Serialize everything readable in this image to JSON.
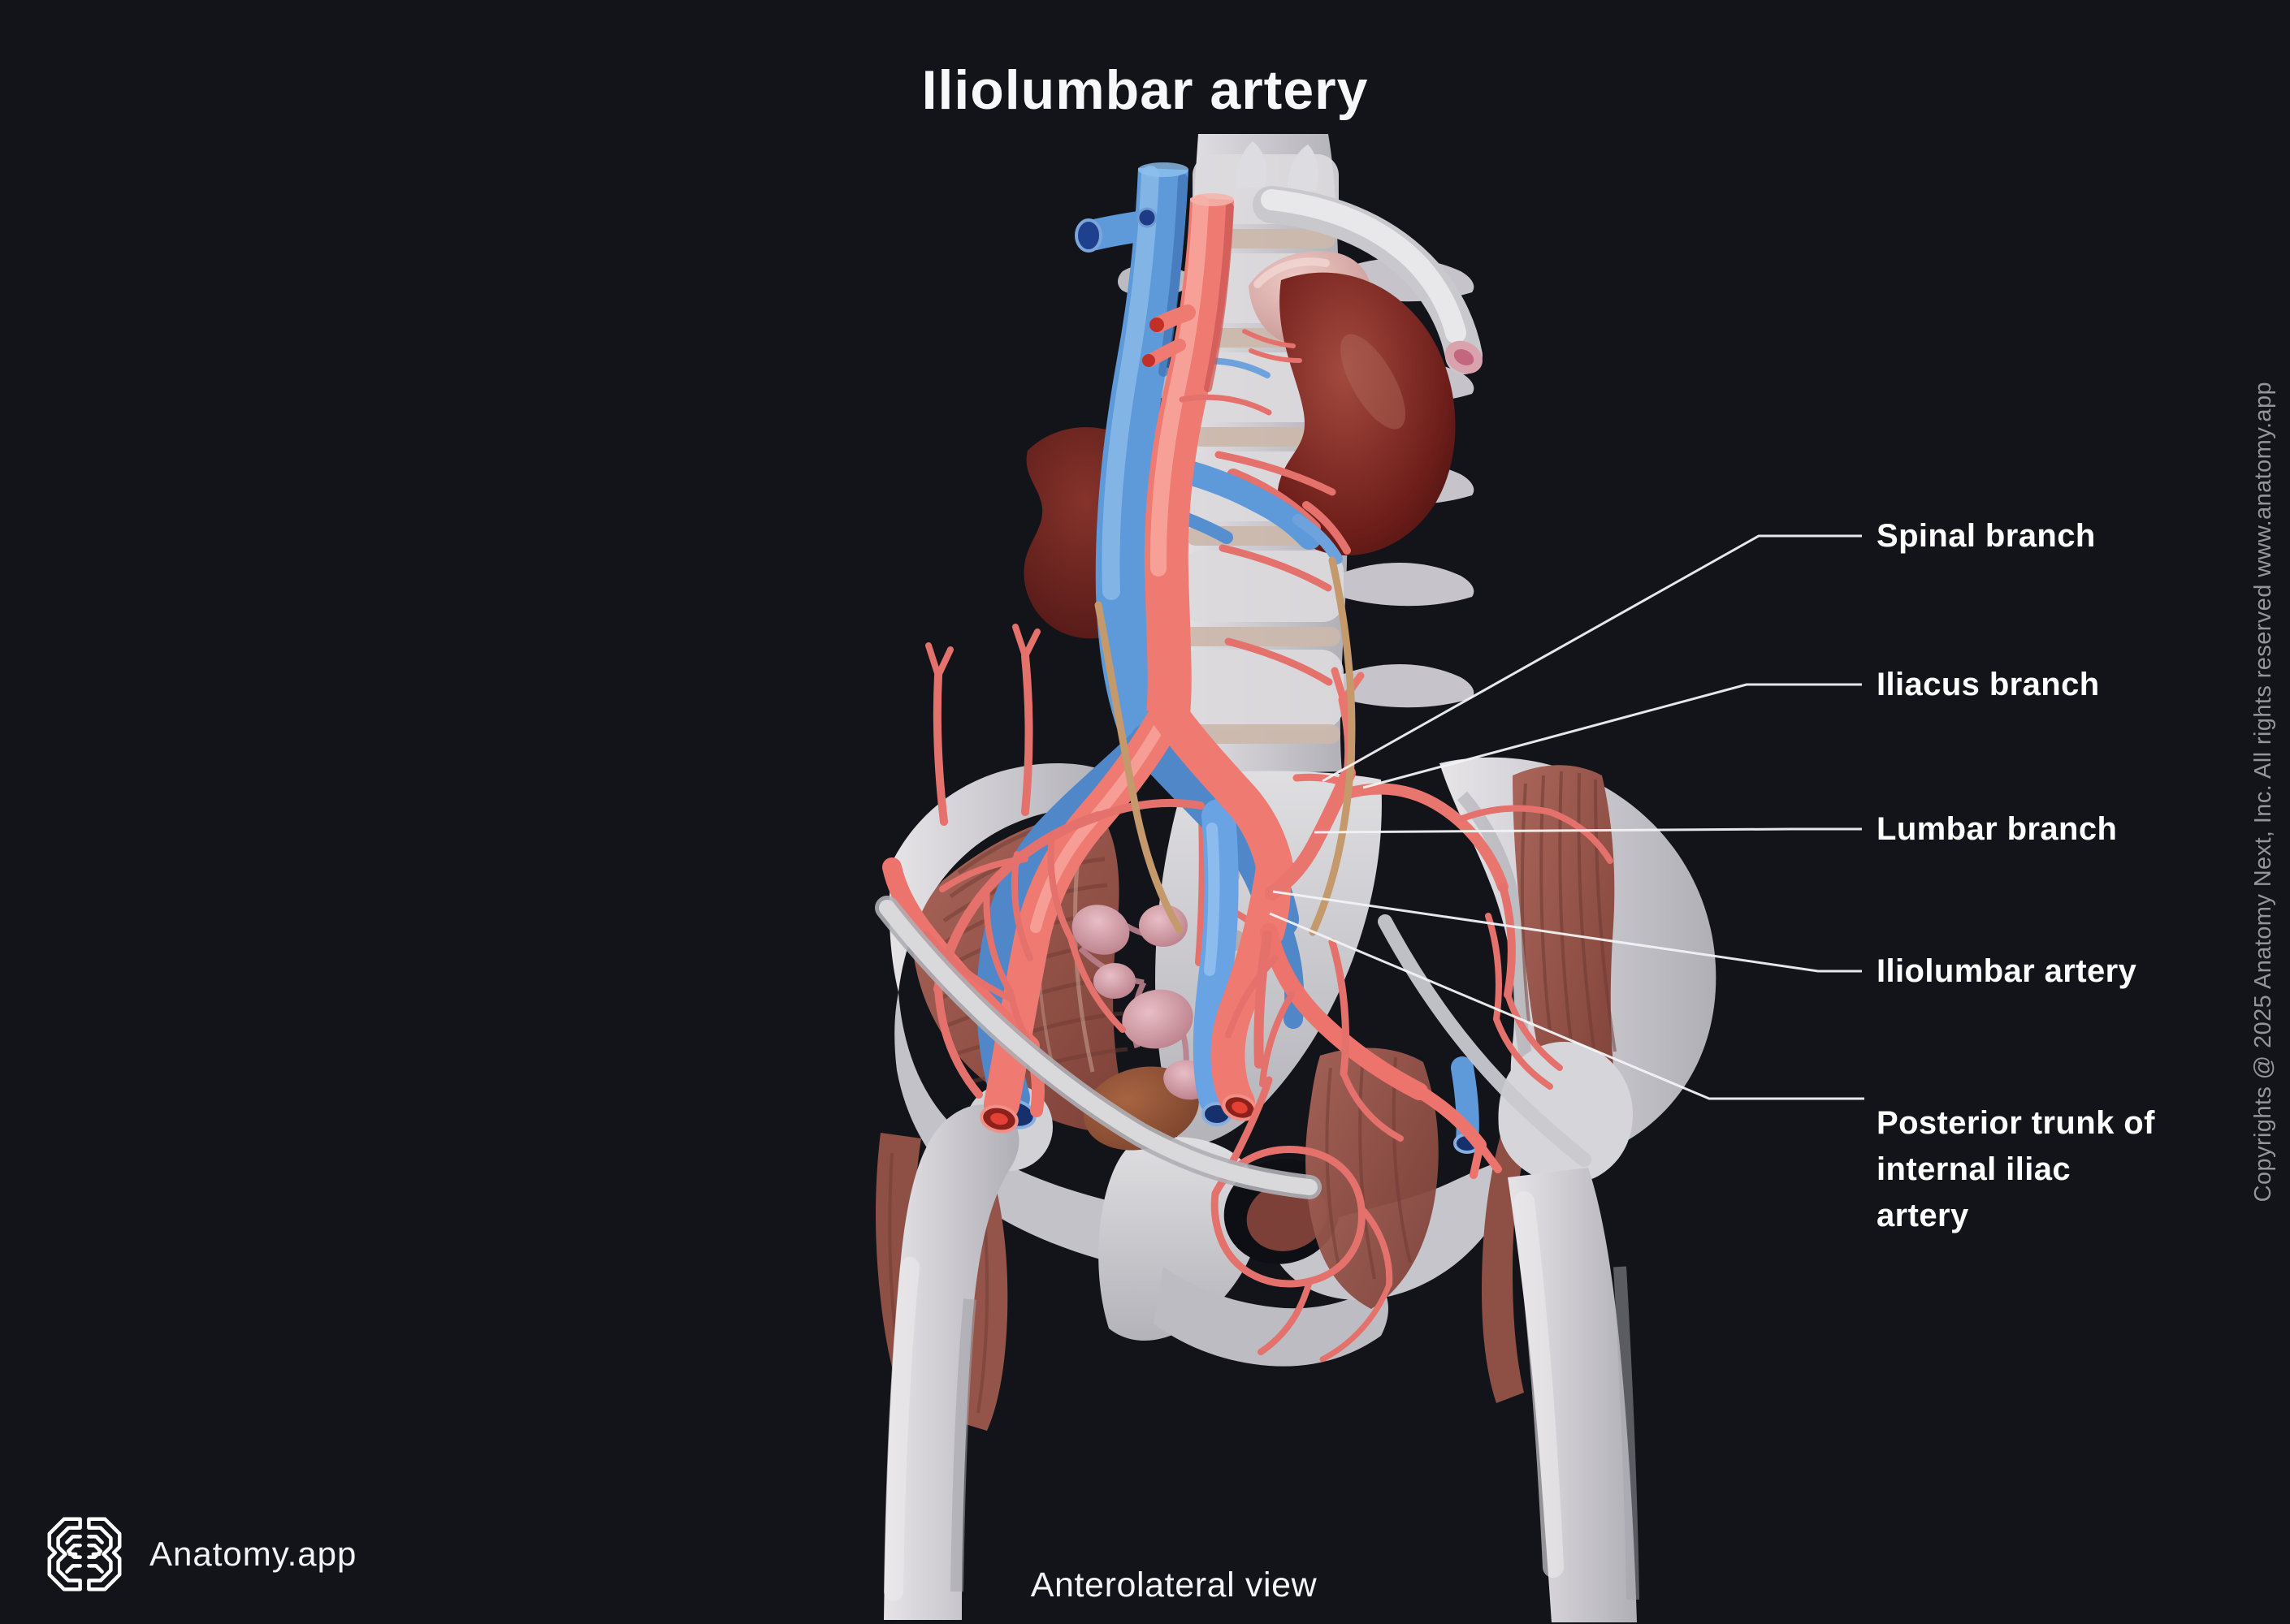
{
  "header": {
    "title": "Iliolumbar artery"
  },
  "annotations": [
    {
      "id": "spinal-branch",
      "label": "Spinal branch"
    },
    {
      "id": "iliacus-branch",
      "label": "Iliacus branch"
    },
    {
      "id": "lumbar-branch",
      "label": "Lumbar branch"
    },
    {
      "id": "iliolumbar-artery",
      "label": "Iliolumbar artery"
    },
    {
      "id": "posterior-trunk",
      "label": "Posterior trunk of internal iliac artery"
    }
  ],
  "footer": {
    "brand": "Anatomy.app",
    "view": "Anterolateral view",
    "logo_icon": "brain-logo-icon"
  },
  "copyright": "Copyrights @ 2025 Anatomy Next, Inc. All rights reserved www.anatomy.app",
  "colors": {
    "background": "#12141a",
    "label_text": "#ffffff",
    "leader_line": "#f2f3f4",
    "copyright_text": "#939599",
    "artery": "#ee7a72",
    "vein": "#5e9ad9",
    "bone": "#d6d5d8",
    "kidney": "#7f2d28",
    "muscle": "#9a5951",
    "adrenal": "#e2b7b3",
    "nerve": "#d7d7da"
  }
}
